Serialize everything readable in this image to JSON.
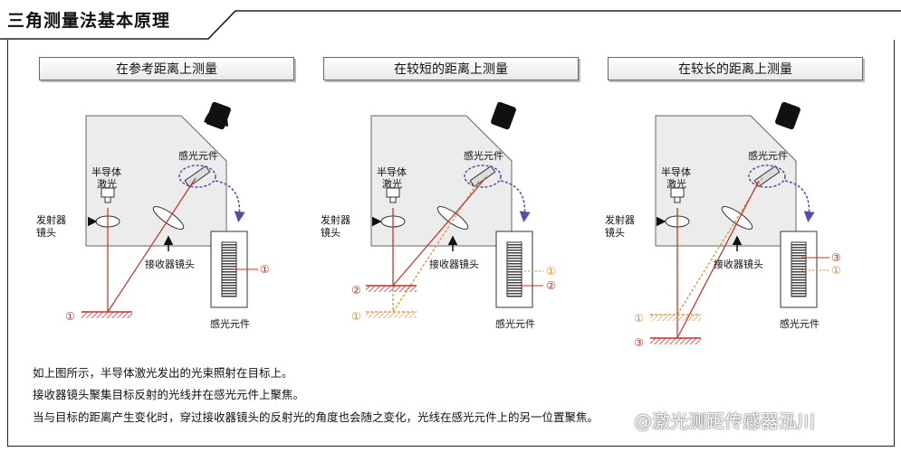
{
  "title": "三角测量法基本原理",
  "panels": [
    {
      "title": "在参考距离上测量"
    },
    {
      "title": "在较短的距离上测量"
    },
    {
      "title": "在较长的距离上测量"
    }
  ],
  "labels": {
    "laser": "半导体\n激光",
    "sensor_element": "感光元件",
    "emitter_lens": "发射器\n镜头",
    "receiver_lens": "接收器镜头",
    "sensor_bottom": "感光元件"
  },
  "markers": {
    "m1": "①",
    "m2": "②",
    "m3": "③"
  },
  "notes": [
    "如上图所示，半导体激光发出的光束照射在目标上。",
    "接收器镜头聚集目标反射的光线并在感光元件上聚焦。",
    "当与目标的距离产生变化时，穿过接收器镜头的反射光的角度也会随之变化，光线在感光元件上的另一位置聚焦。"
  ],
  "watermark": "@激光测距传感器泓川",
  "colors": {
    "beam": "#c0302a",
    "beam_alt": "#e08a30",
    "arrow": "#5b4aa8",
    "body": "#ececec"
  }
}
